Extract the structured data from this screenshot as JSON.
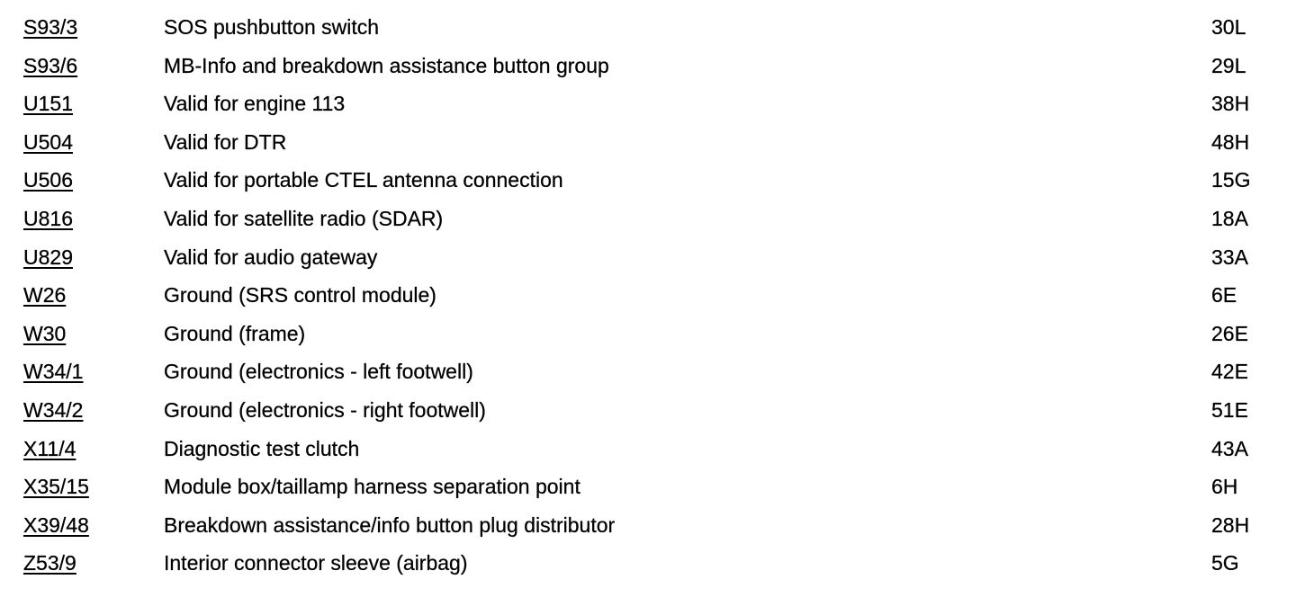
{
  "rows": [
    {
      "code": "S93/3",
      "description": "SOS pushbutton switch",
      "ref": "30L"
    },
    {
      "code": "S93/6",
      "description": "MB-Info and breakdown assistance button group",
      "ref": "29L"
    },
    {
      "code": "U151",
      "description": "Valid for engine 113",
      "ref": "38H"
    },
    {
      "code": "U504",
      "description": "Valid for DTR",
      "ref": "48H"
    },
    {
      "code": "U506",
      "description": "Valid for portable CTEL antenna connection",
      "ref": "15G"
    },
    {
      "code": "U816",
      "description": "Valid for satellite radio (SDAR)",
      "ref": "18A"
    },
    {
      "code": "U829",
      "description": "Valid for audio gateway",
      "ref": "33A"
    },
    {
      "code": "W26",
      "description": "Ground (SRS control module)",
      "ref": "6E"
    },
    {
      "code": "W30",
      "description": "Ground (frame)",
      "ref": "26E"
    },
    {
      "code": "W34/1",
      "description": "Ground (electronics - left footwell)",
      "ref": "42E"
    },
    {
      "code": "W34/2",
      "description": "Ground (electronics - right footwell)",
      "ref": "51E"
    },
    {
      "code": "X11/4",
      "description": "Diagnostic test clutch",
      "ref": "43A"
    },
    {
      "code": "X35/15",
      "description": "Module box/taillamp harness separation point",
      "ref": "6H"
    },
    {
      "code": "X39/48",
      "description": "Breakdown assistance/info button plug distributor",
      "ref": "28H"
    },
    {
      "code": "Z53/9",
      "description": "Interior connector sleeve (airbag)",
      "ref": "5G"
    }
  ]
}
